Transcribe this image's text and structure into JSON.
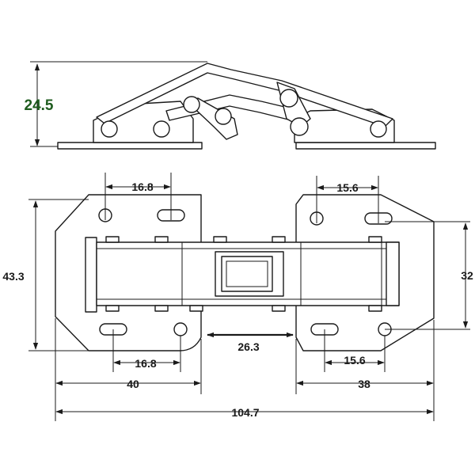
{
  "colors": {
    "label": "#1f5c1f",
    "line": "#1a1a1a",
    "paper": "#ffffff"
  },
  "dimensions": {
    "side_height": "24.5",
    "top_left_slot_spacing": "16.8",
    "top_right_slot_spacing": "15.6",
    "overall_height": "43.3",
    "right_hole_spacing": "32",
    "center_travel": "26.3",
    "bottom_left_slot_spacing": "16.8",
    "bottom_right_slot_spacing": "15.6",
    "left_plate_width": "40",
    "right_plate_width": "38",
    "overall_width": "104.7"
  }
}
